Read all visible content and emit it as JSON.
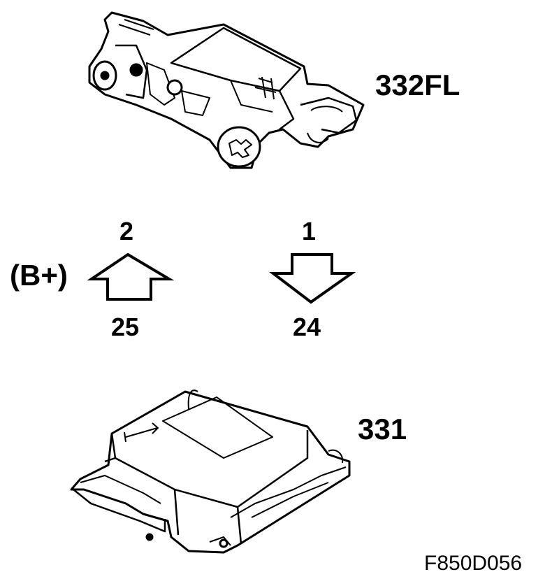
{
  "components": {
    "sensor_label": "332FL",
    "module_label": "331"
  },
  "signals": {
    "supply_label": "(B+)",
    "up_top": "2",
    "up_bottom": "25",
    "down_top": "1",
    "down_bottom": "24"
  },
  "figure_code": "F850D056"
}
